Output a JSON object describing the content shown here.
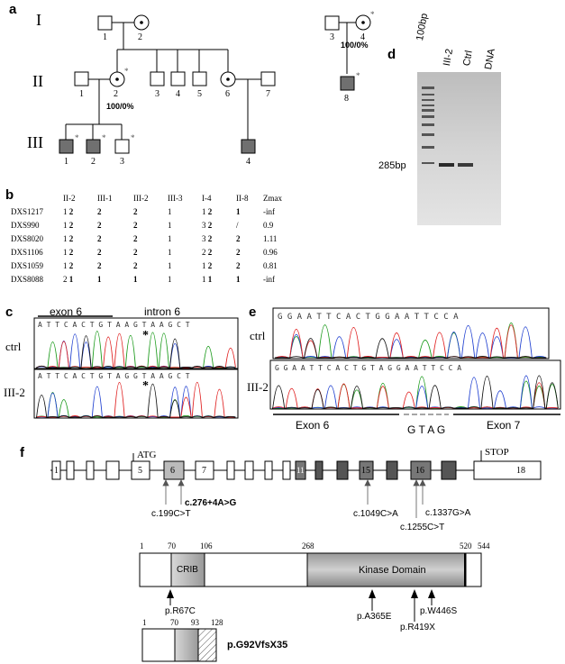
{
  "panels": {
    "a": "a",
    "b": "b",
    "c": "c",
    "d": "d",
    "e": "e",
    "f": "f"
  },
  "pedigree": {
    "generations": [
      "I",
      "II",
      "III"
    ],
    "gen1_labels": [
      "1",
      "2",
      "3",
      "4"
    ],
    "gen2_labels": [
      "1",
      "2",
      "3",
      "4",
      "5",
      "6",
      "7",
      "8"
    ],
    "gen3_labels": [
      "1",
      "2",
      "3",
      "4"
    ],
    "ratio_I4": "100/0%",
    "ratio_II2": "100/0%",
    "asterisk": "*"
  },
  "gel": {
    "lanes": [
      "100bp",
      "III-2",
      "Ctrl",
      "DNA"
    ],
    "band_label": "285bp"
  },
  "haplotype_table": {
    "columns": [
      "II-2",
      "III-1",
      "III-2",
      "III-3",
      "I-4",
      "II-8",
      "Zmax"
    ],
    "rows": [
      {
        "marker": "DXS1217",
        "cells": [
          [
            "1",
            "2"
          ],
          "2",
          "2",
          "1",
          [
            "1",
            "2"
          ],
          "1",
          "-inf"
        ]
      },
      {
        "marker": "DXS990",
        "cells": [
          [
            "1",
            "2"
          ],
          "2",
          "2",
          "1",
          [
            "3",
            "2"
          ],
          "/",
          "0.9"
        ]
      },
      {
        "marker": "DXS8020",
        "cells": [
          [
            "1",
            "2"
          ],
          "2",
          "2",
          "1",
          [
            "3",
            "2"
          ],
          "2",
          "1.11"
        ]
      },
      {
        "marker": "DXS1106",
        "cells": [
          [
            "1",
            "2"
          ],
          "2",
          "2",
          "1",
          [
            "2",
            "2"
          ],
          "2",
          "0.96"
        ]
      },
      {
        "marker": "DXS1059",
        "cells": [
          [
            "1",
            "2"
          ],
          "2",
          "2",
          "1",
          [
            "1",
            "2"
          ],
          "2",
          "0.81"
        ]
      },
      {
        "marker": "DXS8088",
        "cells": [
          [
            "2",
            "1"
          ],
          "1",
          "1",
          "1",
          [
            "1",
            "1"
          ],
          "1",
          "-inf"
        ]
      }
    ]
  },
  "chrom_c": {
    "exon_label": "exon 6",
    "intron_label": "intron 6",
    "ctrl_label": "ctrl",
    "patient_label": "III-2",
    "seq_ctrl": "A T T C A C T G T A A G T A A G C T",
    "seq_patient": "A T T C A C T G T A G G T A A G C T",
    "star": "*"
  },
  "chrom_e": {
    "ctrl_label": "ctrl",
    "patient_label": "III-2",
    "seq_ctrl": "G G A A T T C A C T G G A A T T C C A",
    "seq_patient": "G G A A T T C A C T G T A G G A A T T C C A",
    "exon6": "Exon 6",
    "exon7": "Exon 7",
    "insert": "G T A G"
  },
  "gene_structure": {
    "atg": "ATG",
    "stop": "STOP",
    "exon_numbers": [
      "1",
      "5",
      "6",
      "7",
      "11",
      "15",
      "16",
      "18"
    ],
    "mutations": [
      "c.199C>T",
      "c.276+4A>G",
      "c.1049C>A",
      "c.1255C>T",
      "c.1337G>A"
    ]
  },
  "protein": {
    "positions": [
      "1",
      "70",
      "106",
      "268",
      "520",
      "544"
    ],
    "crib": "CRIB",
    "kinase": "Kinase Domain",
    "variants": [
      "p.R67C",
      "p.A365E",
      "p.R419X",
      "p.W446S"
    ]
  },
  "truncated": {
    "positions": [
      "1",
      "70",
      "93",
      "128"
    ],
    "label": "p.G92VfsX35"
  }
}
